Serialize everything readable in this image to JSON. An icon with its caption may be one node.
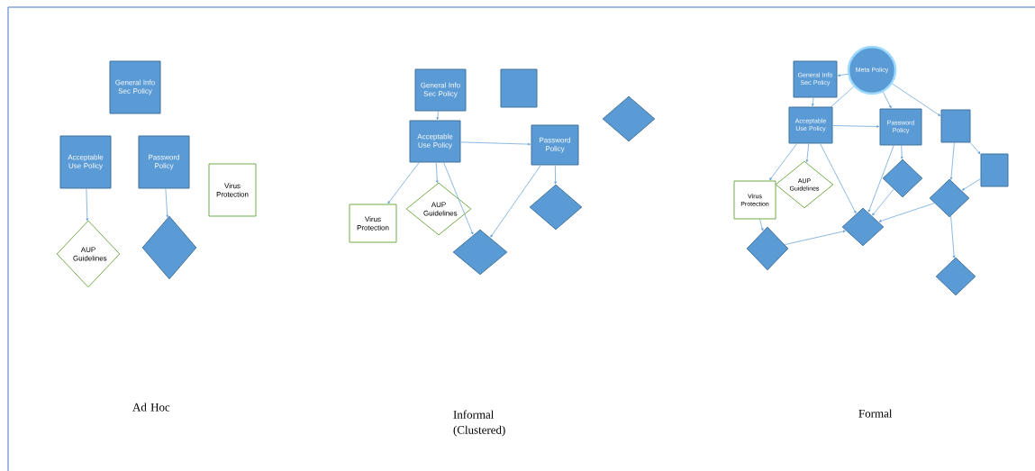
{
  "diagram": {
    "nodes": [
      {
        "text": [
          "General Info Sec Policy"
        ]
      },
      {
        "text": [
          "Acceptable Use Policy"
        ]
      },
      {
        "text": [
          "Password Policy"
        ]
      },
      {
        "text": [
          "Virus Protection"
        ]
      },
      {
        "text": [
          "AUP Guidelines"
        ]
      },
      {
        "text": [],
        "shape": "diamond"
      },
      {
        "text": [
          "General Info Sec Policy"
        ]
      },
      {
        "text": [],
        "shape": "box"
      },
      {
        "text": [],
        "shape": "diamond"
      },
      {
        "text": [
          "Acceptable Use Policy"
        ]
      },
      {
        "text": [
          "Password Policy"
        ]
      },
      {
        "text": [
          "Virus Protection"
        ]
      },
      {
        "text": [
          "AUP Guidelines"
        ]
      },
      {
        "text": [],
        "shape": "diamond"
      },
      {
        "text": [],
        "shape": "diamond"
      },
      {
        "text": [
          "Meta Policy"
        ]
      },
      {
        "text": [
          "General Info Sec Policy"
        ]
      },
      {
        "text": [
          "Acceptable Use Policy"
        ]
      },
      {
        "text": [
          "Password Policy"
        ]
      },
      {
        "text": [],
        "shape": "box"
      },
      {
        "text": [],
        "shape": "box"
      },
      {
        "text": [
          "Virus Protection"
        ]
      },
      {
        "text": [
          "AUP Guidelines"
        ]
      },
      {
        "text": [],
        "shape": "diamond"
      },
      {
        "text": [],
        "shape": "diamond"
      },
      {
        "text": [],
        "shape": "diamond"
      },
      {
        "text": [],
        "shape": "diamond"
      },
      {
        "text": [],
        "shape": "diamond"
      }
    ],
    "edges": [
      {
        "from": 1,
        "to": 4,
        "arrow": "to"
      },
      {
        "from": 2,
        "to": 5,
        "arrow": "to"
      },
      {
        "from": 6,
        "to": 9,
        "arrow": "to"
      },
      {
        "from": 9,
        "to": 10,
        "arrow": "to"
      },
      {
        "from": 9,
        "to": 11,
        "arrow": "to"
      },
      {
        "from": 9,
        "to": 12,
        "arrow": "to"
      },
      {
        "from": 9,
        "to": 14,
        "arrow": "to"
      },
      {
        "from": 10,
        "to": 14,
        "arrow": "to"
      },
      {
        "from": 10,
        "to": 13,
        "arrow": "to"
      },
      {
        "from": 15,
        "to": 16,
        "arrow": "to"
      },
      {
        "from": 15,
        "to": 17,
        "arrow": "none"
      },
      {
        "from": 15,
        "to": 18,
        "arrow": "to"
      },
      {
        "from": 15,
        "to": 19,
        "arrow": "to"
      },
      {
        "from": 16,
        "to": 17,
        "arrow": "to"
      },
      {
        "from": 17,
        "to": 18,
        "arrow": "to"
      },
      {
        "from": 17,
        "to": 21,
        "arrow": "to"
      },
      {
        "from": 17,
        "to": 22,
        "arrow": "to"
      },
      {
        "from": 17,
        "to": 24,
        "arrow": "to"
      },
      {
        "from": 18,
        "to": 23,
        "arrow": "to"
      },
      {
        "from": 18,
        "to": 24,
        "arrow": "to"
      },
      {
        "from": 23,
        "to": 24,
        "arrow": "to"
      },
      {
        "from": 25,
        "to": 24,
        "arrow": "to"
      },
      {
        "from": 19,
        "to": 25,
        "arrow": "to"
      },
      {
        "from": 19,
        "to": 20,
        "arrow": "to"
      },
      {
        "from": 20,
        "to": 25,
        "arrow": "to"
      },
      {
        "from": 25,
        "to": 27,
        "arrow": "to"
      },
      {
        "from": 21,
        "to": 26,
        "arrow": "to"
      },
      {
        "from": 26,
        "to": 24,
        "arrow": "to"
      }
    ],
    "labels": [
      "Ad Hoc",
      "Informal (Clustered)",
      "Formal"
    ]
  }
}
